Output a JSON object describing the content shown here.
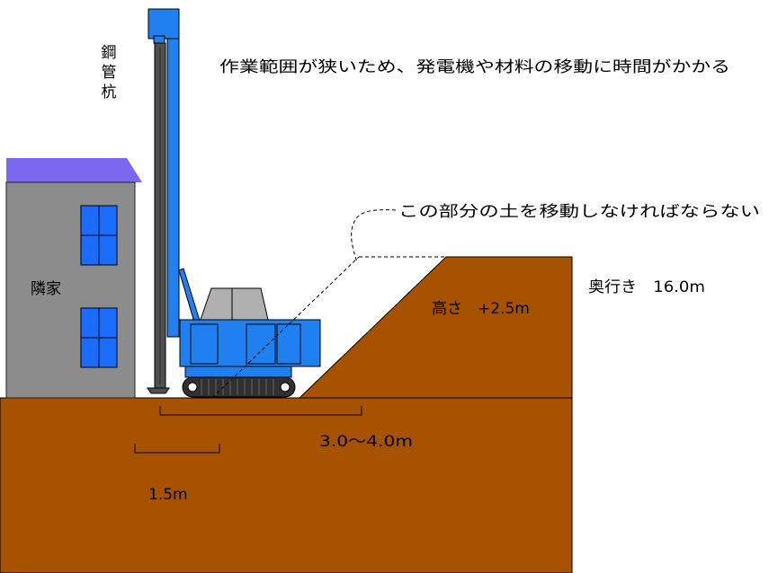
{
  "labels": {
    "pile": [
      "鋼",
      "管",
      "杭"
    ],
    "header": "作業範囲が狭いため、発電機や材料の移動に時間がかかる",
    "soil_note": "この部分の土を移動しなければならない",
    "neighbor_house": "隣家",
    "height": "高さ　+2.5m",
    "depth": "奥行き　16.0m",
    "working_width": "3.0～4.0m",
    "clearance": "1.5m"
  },
  "colors": {
    "soil": "#A65200",
    "house_wall": "#8C8C8C",
    "house_roof": "#7B68EE",
    "window": "#1C6BFF",
    "machine": "#2080F0",
    "pile_casing": "#505050",
    "track": "#303030"
  }
}
